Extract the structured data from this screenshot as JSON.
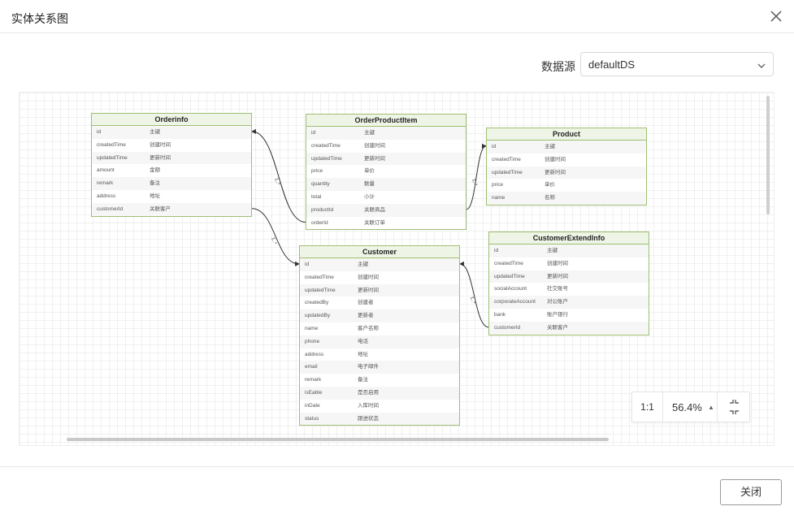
{
  "dialog": {
    "title": "实体关系图",
    "close_icon": "close-icon"
  },
  "datasource": {
    "label": "数据源",
    "value": "defaultDS"
  },
  "entities": {
    "orderinfo": {
      "name": "Orderinfo",
      "fields": [
        {
          "f": "id",
          "c": "主键"
        },
        {
          "f": "createdTime",
          "c": "创建时间"
        },
        {
          "f": "updatedTime",
          "c": "更新时间"
        },
        {
          "f": "amount",
          "c": "金额"
        },
        {
          "f": "remark",
          "c": "备注"
        },
        {
          "f": "address",
          "c": "地址"
        },
        {
          "f": "customerId",
          "c": "关联客户"
        }
      ]
    },
    "orderproductitem": {
      "name": "OrderProductItem",
      "fields": [
        {
          "f": "id",
          "c": "主键"
        },
        {
          "f": "createdTime",
          "c": "创建时间"
        },
        {
          "f": "updatedTime",
          "c": "更新时间"
        },
        {
          "f": "price",
          "c": "单价"
        },
        {
          "f": "quantity",
          "c": "数量"
        },
        {
          "f": "total",
          "c": "小计"
        },
        {
          "f": "productId",
          "c": "关联商品"
        },
        {
          "f": "orderId",
          "c": "关联订单"
        }
      ]
    },
    "product": {
      "name": "Product",
      "fields": [
        {
          "f": "id",
          "c": "主键"
        },
        {
          "f": "createdTime",
          "c": "创建时间"
        },
        {
          "f": "updatedTime",
          "c": "更新时间"
        },
        {
          "f": "price",
          "c": "单价"
        },
        {
          "f": "name",
          "c": "名称"
        }
      ]
    },
    "customer": {
      "name": "Customer",
      "fields": [
        {
          "f": "id",
          "c": "主键"
        },
        {
          "f": "createdTime",
          "c": "创建时间"
        },
        {
          "f": "updatedTime",
          "c": "更新时间"
        },
        {
          "f": "createdBy",
          "c": "创建者"
        },
        {
          "f": "updatedBy",
          "c": "更新者"
        },
        {
          "f": "name",
          "c": "客户名称"
        },
        {
          "f": "phone",
          "c": "电话"
        },
        {
          "f": "address",
          "c": "地址"
        },
        {
          "f": "email",
          "c": "电子邮件"
        },
        {
          "f": "remark",
          "c": "备注"
        },
        {
          "f": "isEable",
          "c": "是否启用"
        },
        {
          "f": "inDate",
          "c": "入库时间"
        },
        {
          "f": "status",
          "c": "跟进状态"
        }
      ]
    },
    "customerextendinfo": {
      "name": "CustomerExtendInfo",
      "fields": [
        {
          "f": "id",
          "c": "主键"
        },
        {
          "f": "createdTime",
          "c": "创建时间"
        },
        {
          "f": "updatedTime",
          "c": "更新时间"
        },
        {
          "f": "socialAccount",
          "c": "社交账号"
        },
        {
          "f": "corporateAccount",
          "c": "对公账户"
        },
        {
          "f": "bank",
          "c": "账户银行"
        },
        {
          "f": "customerId",
          "c": "关联客户"
        }
      ]
    }
  },
  "relations": [
    {
      "from": "orderproductitem.orderId",
      "to": "orderinfo.id",
      "label": "1..*"
    },
    {
      "from": "orderproductitem.productId",
      "to": "product.id",
      "label": "1..*"
    },
    {
      "from": "orderinfo.customerId",
      "to": "customer.id",
      "label": "1..*"
    },
    {
      "from": "customerextendinfo.customerId",
      "to": "customer.id",
      "label": "1..*"
    }
  ],
  "zoom": {
    "reset_label": "1:1",
    "level": "56.4%",
    "caret": "▲"
  },
  "footer": {
    "close_label": "关闭"
  }
}
